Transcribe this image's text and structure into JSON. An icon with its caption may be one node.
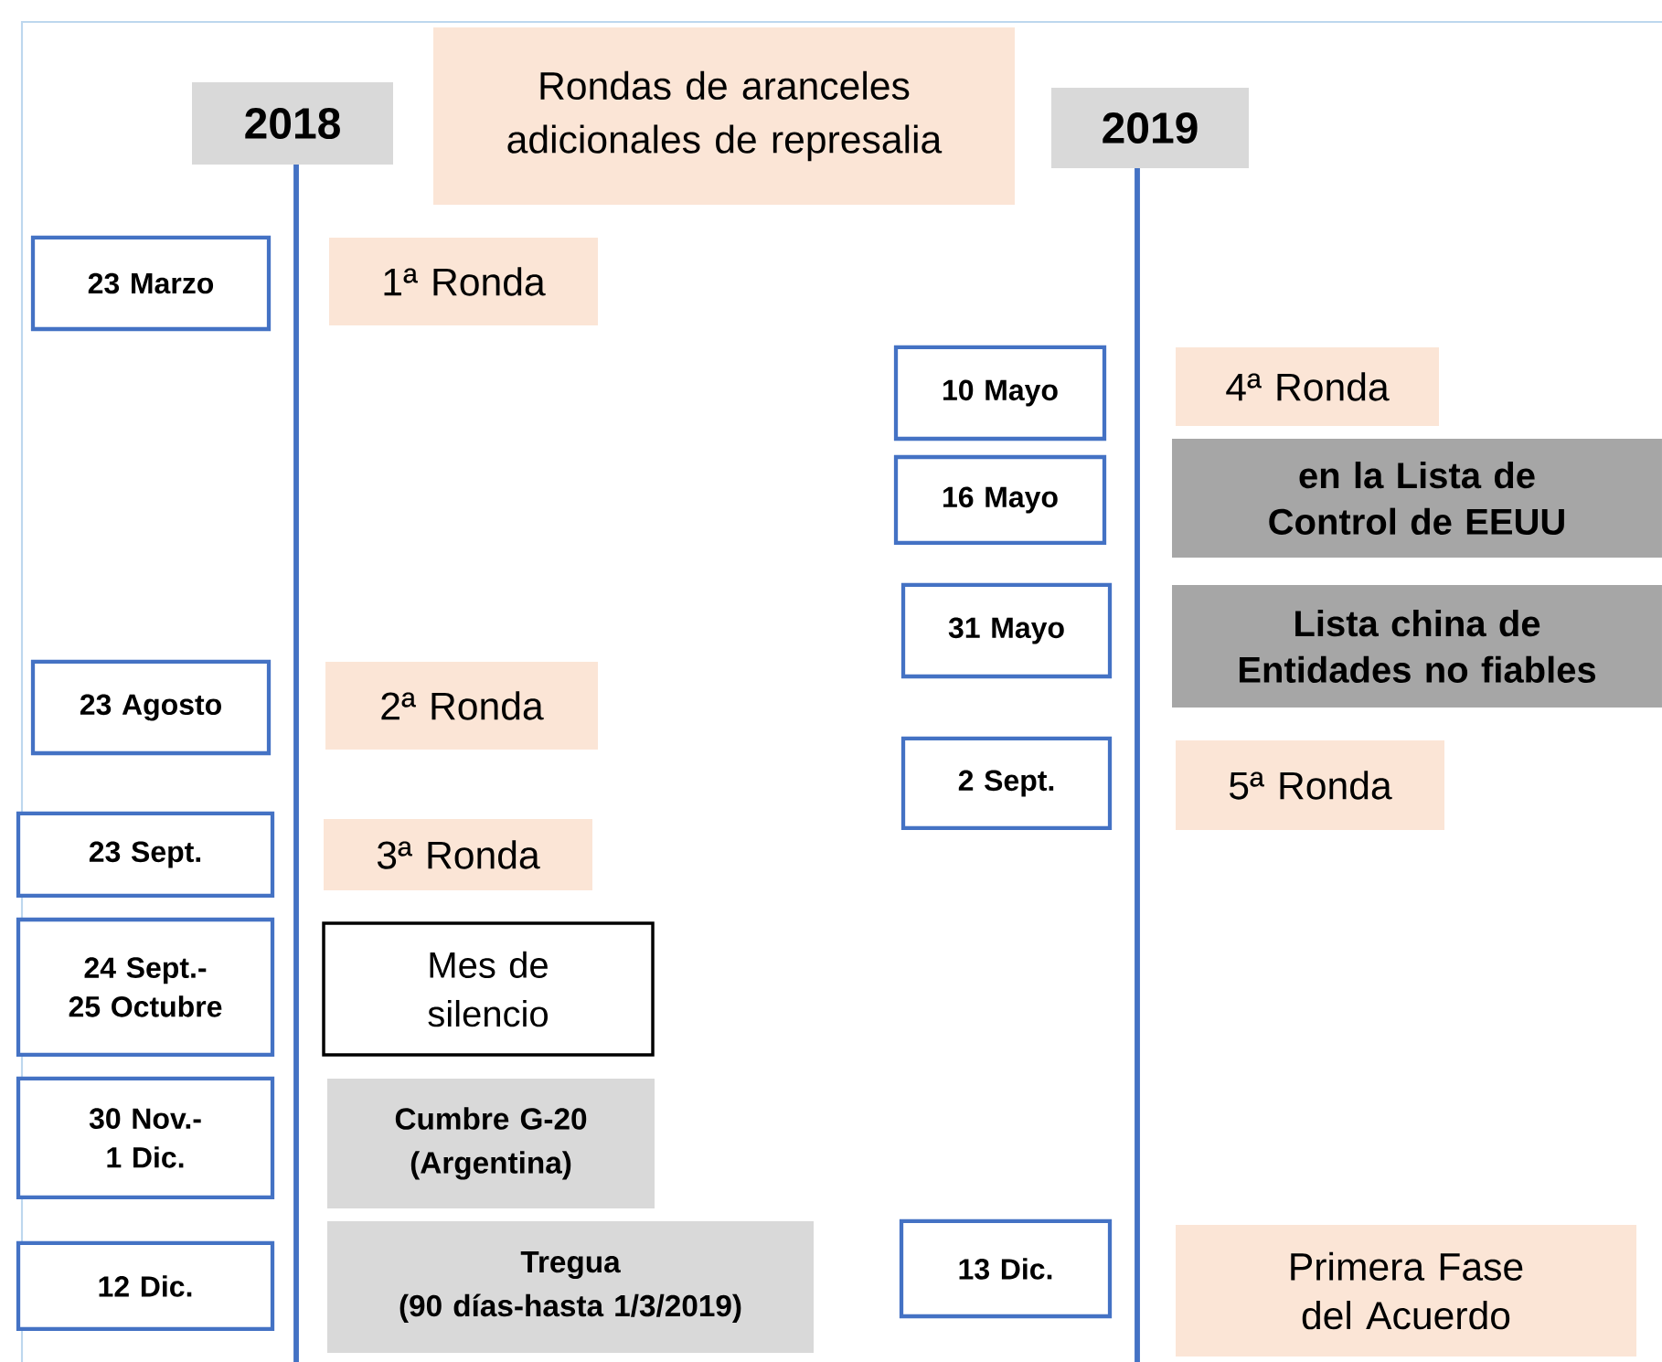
{
  "diagram": {
    "nodes": [
      {
        "text": [
          "2018"
        ]
      },
      {
        "text": [
          "Rondas de aranceles adicionales de represalia"
        ]
      },
      {
        "text": [
          "2019"
        ]
      },
      {
        "text": [
          "23 Marzo"
        ]
      },
      {
        "text": [
          "1ª Ronda"
        ]
      },
      {
        "text": [
          "10 Mayo"
        ]
      },
      {
        "text": [
          "4ª Ronda"
        ]
      },
      {
        "text": [
          "16 Mayo"
        ]
      },
      {
        "text": [
          "en la Lista de Control de EEUU"
        ]
      },
      {
        "text": [
          "31 Mayo"
        ]
      },
      {
        "text": [
          "Lista china de Entidades no fiables"
        ]
      },
      {
        "text": [
          "23 Agosto"
        ]
      },
      {
        "text": [
          "2ª Ronda"
        ]
      },
      {
        "text": [
          "2 Sept."
        ]
      },
      {
        "text": [
          "5ª Ronda"
        ]
      },
      {
        "text": [
          "23 Sept."
        ]
      },
      {
        "text": [
          "3ª Ronda"
        ]
      },
      {
        "text": [
          "24 Sept.- 25 Octubre"
        ]
      },
      {
        "text": [
          "Mes de silencio"
        ]
      },
      {
        "text": [
          "30 Nov.- 1 Dic."
        ]
      },
      {
        "text": [
          "Cumbre G-20 (Argentina)"
        ]
      },
      {
        "text": [
          "12 Dic."
        ]
      },
      {
        "text": [
          "Tregua",
          "(90 días-hasta 1/3/2019)"
        ]
      },
      {
        "text": [
          "13 Dic."
        ]
      },
      {
        "text": [
          "Primera Fase del Acuerdo"
        ]
      }
    ]
  }
}
